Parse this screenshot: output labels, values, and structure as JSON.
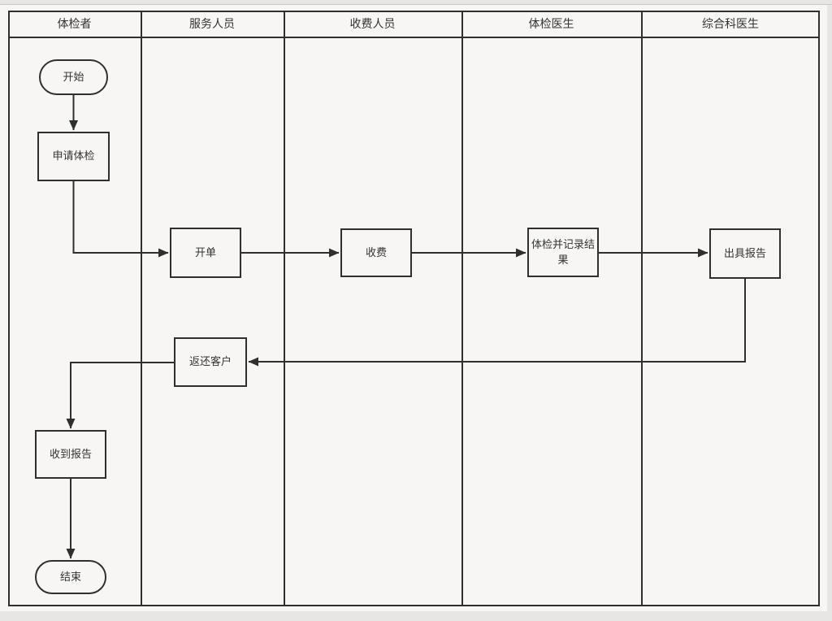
{
  "diagram": {
    "type": "swimlane-flowchart",
    "lanes": [
      {
        "label": "体检者"
      },
      {
        "label": "服务人员"
      },
      {
        "label": "收费人员"
      },
      {
        "label": "体检医生"
      },
      {
        "label": "综合科医生"
      }
    ],
    "nodes": [
      {
        "id": "start",
        "type": "terminator",
        "lane": "体检者",
        "label": "开始"
      },
      {
        "id": "apply",
        "type": "process",
        "lane": "体检者",
        "label": "申请体检"
      },
      {
        "id": "order",
        "type": "process",
        "lane": "服务人员",
        "label": "开单"
      },
      {
        "id": "charge",
        "type": "process",
        "lane": "收费人员",
        "label": "收费"
      },
      {
        "id": "exam",
        "type": "process",
        "lane": "体检医生",
        "label": "体检并记录结果"
      },
      {
        "id": "report",
        "type": "process",
        "lane": "综合科医生",
        "label": "出具报告"
      },
      {
        "id": "return",
        "type": "process",
        "lane": "服务人员",
        "label": "返还客户"
      },
      {
        "id": "receive",
        "type": "process",
        "lane": "体检者",
        "label": "收到报告"
      },
      {
        "id": "end",
        "type": "terminator",
        "lane": "体检者",
        "label": "结束"
      }
    ],
    "edges": [
      {
        "from": "start",
        "to": "apply"
      },
      {
        "from": "apply",
        "to": "order"
      },
      {
        "from": "order",
        "to": "charge"
      },
      {
        "from": "charge",
        "to": "exam"
      },
      {
        "from": "exam",
        "to": "report"
      },
      {
        "from": "report",
        "to": "return"
      },
      {
        "from": "return",
        "to": "receive"
      },
      {
        "from": "receive",
        "to": "end"
      }
    ],
    "colors": {
      "line": "#2f2f2f",
      "text": "#333333",
      "page": "#f7f6f4",
      "node_fill": "#f7f6f4",
      "backdrop": "#e7e6e4"
    }
  }
}
